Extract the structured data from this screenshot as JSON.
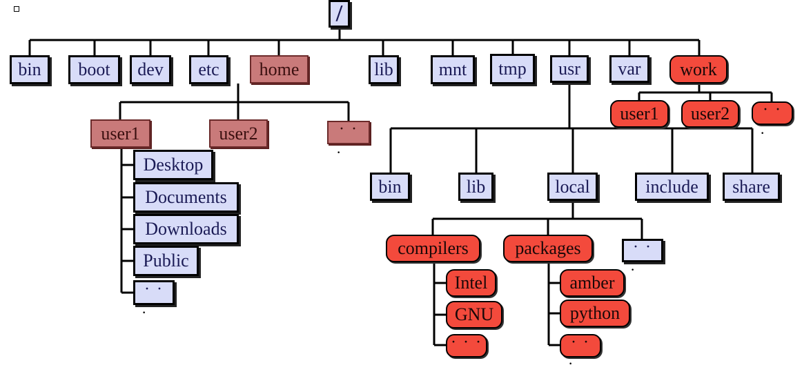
{
  "root": {
    "label": "/"
  },
  "top_level": [
    {
      "id": "bin",
      "label": "bin"
    },
    {
      "id": "boot",
      "label": "boot"
    },
    {
      "id": "dev",
      "label": "dev"
    },
    {
      "id": "etc",
      "label": "etc"
    },
    {
      "id": "home",
      "label": "home"
    },
    {
      "id": "lib",
      "label": "lib"
    },
    {
      "id": "mnt",
      "label": "mnt"
    },
    {
      "id": "tmp",
      "label": "tmp"
    },
    {
      "id": "usr",
      "label": "usr"
    },
    {
      "id": "var",
      "label": "var"
    },
    {
      "id": "work",
      "label": "work"
    }
  ],
  "home_children": [
    {
      "id": "home-user1",
      "label": "user1"
    },
    {
      "id": "home-user2",
      "label": "user2"
    },
    {
      "id": "home-more",
      "label": "· ·"
    }
  ],
  "user1_children": [
    {
      "id": "desktop",
      "label": "Desktop"
    },
    {
      "id": "documents",
      "label": "Documents"
    },
    {
      "id": "downloads",
      "label": "Downloads"
    },
    {
      "id": "public",
      "label": "Public"
    },
    {
      "id": "user1-more",
      "label": "· ·"
    }
  ],
  "work_children": [
    {
      "id": "work-user1",
      "label": "user1"
    },
    {
      "id": "work-user2",
      "label": "user2"
    },
    {
      "id": "work-more",
      "label": "· ·"
    }
  ],
  "usr_children": [
    {
      "id": "usr-bin",
      "label": "bin"
    },
    {
      "id": "usr-lib",
      "label": "lib"
    },
    {
      "id": "usr-local",
      "label": "local"
    },
    {
      "id": "usr-include",
      "label": "include"
    },
    {
      "id": "usr-share",
      "label": "share"
    }
  ],
  "local_children": [
    {
      "id": "compilers",
      "label": "compilers"
    },
    {
      "id": "packages",
      "label": "packages"
    },
    {
      "id": "local-more",
      "label": "· ·"
    }
  ],
  "compilers_children": [
    {
      "id": "intel",
      "label": "Intel"
    },
    {
      "id": "gnu",
      "label": "GNU"
    },
    {
      "id": "compilers-more",
      "label": "· · ·"
    }
  ],
  "packages_children": [
    {
      "id": "amber",
      "label": "amber"
    },
    {
      "id": "python",
      "label": "python"
    },
    {
      "id": "packages-more",
      "label": "· ·"
    }
  ],
  "ellipsis_tick": "·",
  "colors": {
    "standard": "#d8dcf8",
    "home": "#c97a7a",
    "highlight": "#f34a3c",
    "line": "#000000"
  }
}
